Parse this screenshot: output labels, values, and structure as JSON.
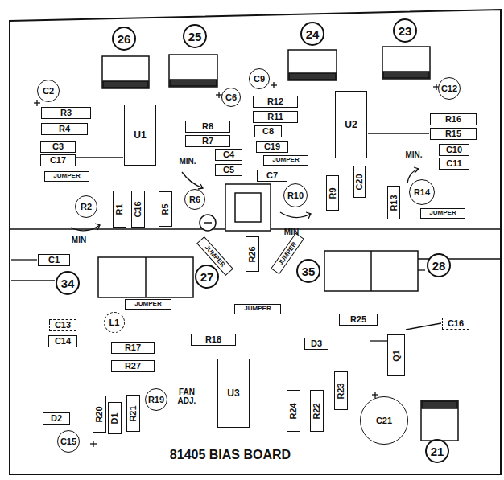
{
  "diagram": {
    "title": "81405 BIAS BOARD",
    "nodes": [
      {
        "text": [
          "26"
        ]
      },
      {
        "text": [
          "25"
        ]
      },
      {
        "text": [
          "24"
        ]
      },
      {
        "text": [
          "23"
        ]
      },
      {
        "text": [
          "C9"
        ]
      },
      {
        "text": [
          "C2"
        ]
      },
      {
        "text": [
          "C12"
        ]
      },
      {
        "text": [
          "C6"
        ]
      },
      {
        "text": [
          "R12"
        ]
      },
      {
        "text": [
          "R3"
        ]
      },
      {
        "text": [
          "R11"
        ]
      },
      {
        "text": [
          "R16"
        ]
      },
      {
        "text": [
          "U2"
        ]
      },
      {
        "text": [
          "R8"
        ]
      },
      {
        "text": [
          "R4"
        ]
      },
      {
        "text": [
          "C8"
        ]
      },
      {
        "text": [
          "R15"
        ]
      },
      {
        "text": [
          "U1"
        ]
      },
      {
        "text": [
          "R7"
        ]
      },
      {
        "text": [
          "C19"
        ]
      },
      {
        "text": [
          "C3"
        ]
      },
      {
        "text": [
          "C4"
        ]
      },
      {
        "text": [
          "C10"
        ]
      },
      {
        "text": [
          "C17"
        ]
      },
      {
        "text": [
          "JUMPER"
        ]
      },
      {
        "text": [
          "C11"
        ]
      },
      {
        "text": [
          "C5"
        ]
      },
      {
        "text": [
          "JUMPER"
        ]
      },
      {
        "text": [
          "C7"
        ]
      },
      {
        "text": [
          "C20"
        ]
      },
      {
        "text": [
          "R9"
        ]
      },
      {
        "text": [
          "R14"
        ]
      },
      {
        "text": [
          "R10"
        ]
      },
      {
        "text": [
          "R6"
        ]
      },
      {
        "text": [
          "R13"
        ]
      },
      {
        "text": [
          "R2"
        ]
      },
      {
        "text": [
          "R1"
        ]
      },
      {
        "text": [
          "C16"
        ]
      },
      {
        "text": [
          "R5"
        ]
      },
      {
        "text": [
          "JUMPER"
        ]
      },
      {
        "text": [
          "C1"
        ]
      },
      {
        "text": [
          "JUMPER"
        ]
      },
      {
        "text": [
          "R26"
        ]
      },
      {
        "text": [
          "JUMPER"
        ]
      },
      {
        "text": [
          "34"
        ]
      },
      {
        "text": [
          "35"
        ]
      },
      {
        "text": [
          "27"
        ]
      },
      {
        "text": [
          "28"
        ]
      },
      {
        "text": [
          "JUMPER"
        ]
      },
      {
        "text": [
          "JUMPER"
        ]
      },
      {
        "text": [
          "R25"
        ]
      },
      {
        "text": [
          "L1"
        ]
      },
      {
        "text": [
          "C16"
        ]
      },
      {
        "text": [
          "C13"
        ]
      },
      {
        "text": [
          "R18"
        ]
      },
      {
        "text": [
          "C14"
        ]
      },
      {
        "text": [
          "D3"
        ]
      },
      {
        "text": [
          "R17"
        ]
      },
      {
        "text": [
          "Q1"
        ]
      },
      {
        "text": [
          "R27"
        ]
      },
      {
        "text": [
          "R23"
        ]
      },
      {
        "text": [
          "U3"
        ]
      },
      {
        "text": [
          "R19"
        ]
      },
      {
        "text": [
          "R20"
        ]
      },
      {
        "text": [
          "D1"
        ]
      },
      {
        "text": [
          "R21"
        ]
      },
      {
        "text": [
          "R24"
        ]
      },
      {
        "text": [
          "R22"
        ]
      },
      {
        "text": [
          "D2"
        ]
      },
      {
        "text": [
          "C21"
        ]
      },
      {
        "text": [
          "C15"
        ]
      },
      {
        "text": [
          "21"
        ]
      }
    ],
    "labels": [
      "MIN.",
      "MIN.",
      "MIN",
      "MIN",
      "FAN ADJ."
    ]
  }
}
